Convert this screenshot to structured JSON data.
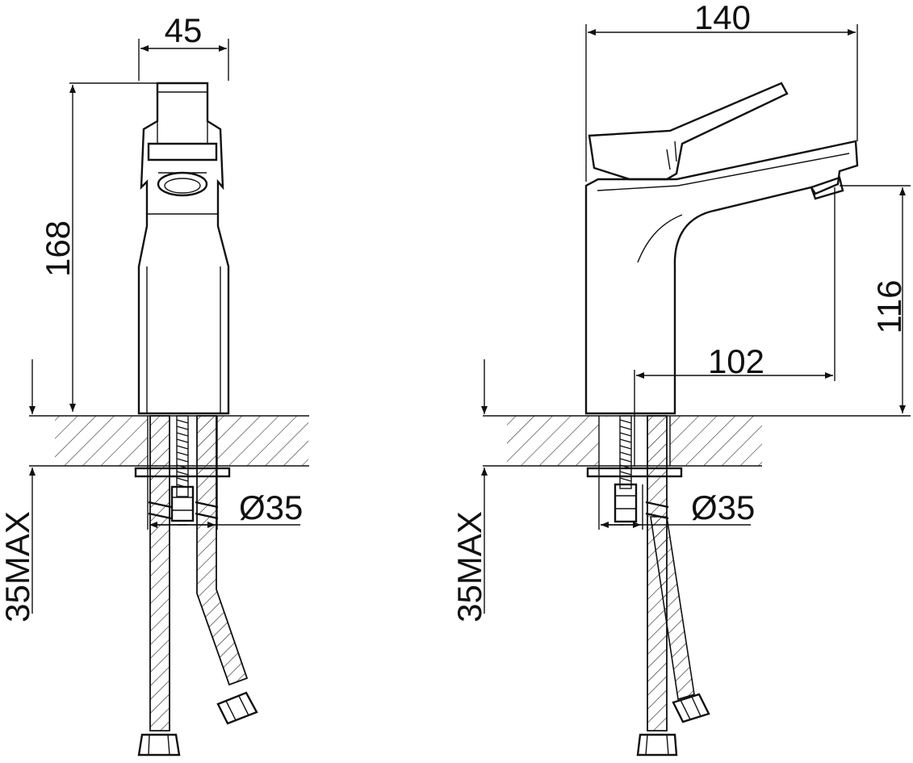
{
  "front_view": {
    "width_dim": "45",
    "height_dim": "168",
    "mount_dim": "35MAX",
    "hole_dim": "Ø35"
  },
  "side_view": {
    "width_dim": "140",
    "spout_height_dim": "116",
    "spout_reach_dim": "102",
    "mount_dim": "35MAX",
    "hole_dim": "Ø35"
  },
  "colors": {
    "line": "#111111",
    "background": "#ffffff"
  }
}
